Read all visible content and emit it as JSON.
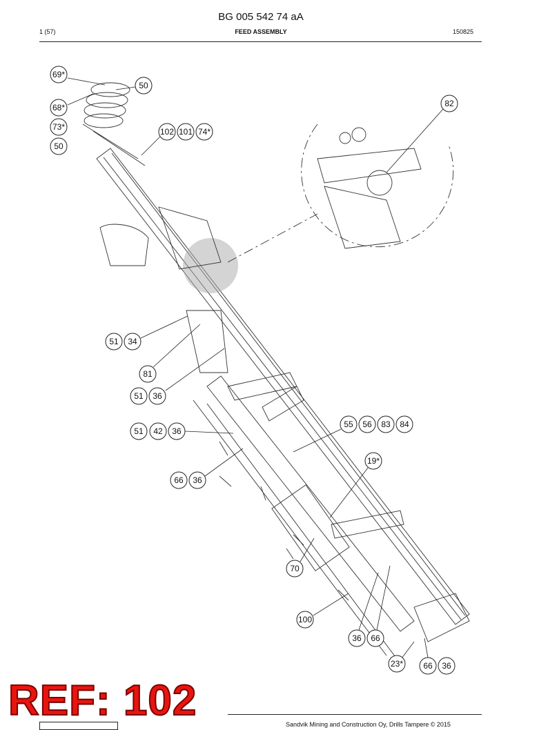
{
  "header": {
    "doc_number": "BG 005 542 74 aA",
    "page_index": "1 (57)",
    "title": "FEED ASSEMBLY",
    "date": "150825"
  },
  "callouts": [
    "69*",
    "50",
    "68*",
    "73*",
    "50",
    "102",
    "101",
    "74*",
    "82",
    "51",
    "34",
    "81",
    "51",
    "36",
    "51",
    "42",
    "36",
    "55",
    "56",
    "83",
    "84",
    "19*",
    "66",
    "36",
    "70",
    "100",
    "36",
    "66",
    "23*",
    "66",
    "36"
  ],
  "stamp": {
    "text": "REF: 102",
    "color": "#e8150f"
  },
  "footer": {
    "text": "Sandvik Mining and Construction Oy, Drills Tampere © 2015"
  }
}
